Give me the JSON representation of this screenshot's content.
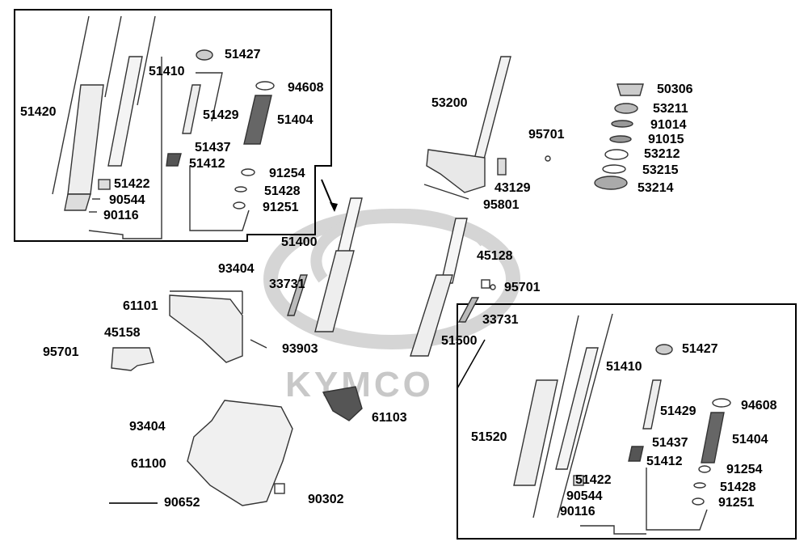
{
  "watermark": {
    "brand": "KYMCO"
  },
  "parts": {
    "p51427a": "51427",
    "p51410a": "51410",
    "p51420": "51420",
    "p94608a": "94608",
    "p51429a": "51429",
    "p51404a": "51404",
    "p51437a": "51437",
    "p51412a": "51412",
    "p91254a": "91254",
    "p51422a": "51422",
    "p51428a": "51428",
    "p90544a": "90544",
    "p91251a": "91251",
    "p90116a": "90116",
    "p53200": "53200",
    "p95701a": "95701",
    "p43129": "43129",
    "p95801": "95801",
    "p50306": "50306",
    "p53211": "53211",
    "p91014": "91014",
    "p91015": "91015",
    "p53212": "53212",
    "p53215": "53215",
    "p53214": "53214",
    "p51400": "51400",
    "p33731a": "33731",
    "p45128": "45128",
    "p95701b": "95701",
    "p33731b": "33731",
    "p51500": "51500",
    "p93404a": "93404",
    "p61101": "61101",
    "p45158": "45158",
    "p95701c": "95701",
    "p93903": "93903",
    "p61103": "61103",
    "p93404b": "93404",
    "p61100": "61100",
    "p90652": "90652",
    "p90302": "90302",
    "p51427b": "51427",
    "p51410b": "51410",
    "p51429b": "51429",
    "p94608b": "94608",
    "p51520": "51520",
    "p51437b": "51437",
    "p51404b": "51404",
    "p51412b": "51412",
    "p91254b": "91254",
    "p51422b": "51422",
    "p90544b": "90544",
    "p51428b": "51428",
    "p90116b": "90116",
    "p91251b": "91251"
  }
}
